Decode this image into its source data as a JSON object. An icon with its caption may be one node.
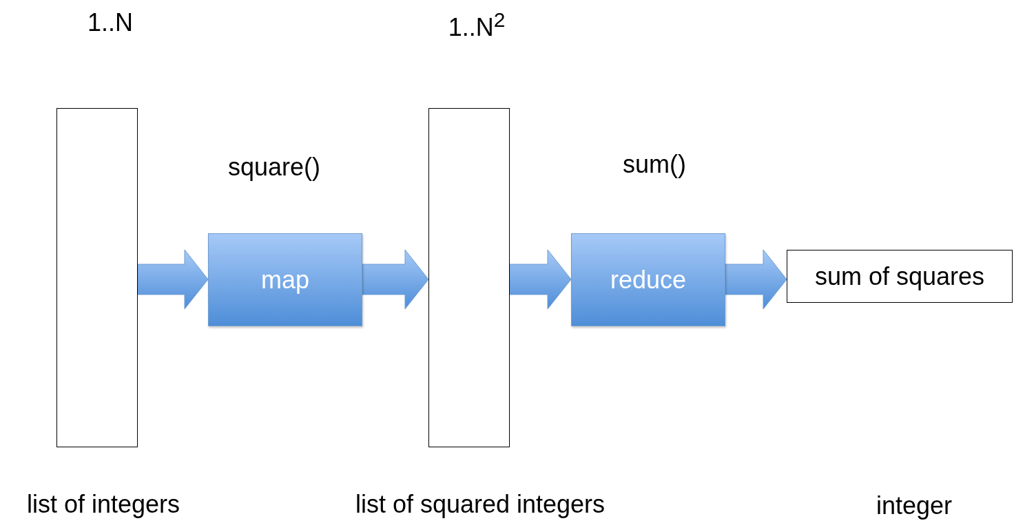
{
  "diagram": {
    "nodes": [
      {
        "text": [],
        "shape": "box",
        "beside": [
          "1..N",
          "list of integers"
        ]
      },
      {
        "text": [
          "map"
        ],
        "beside": [
          "square()"
        ]
      },
      {
        "text": [],
        "shape": "box",
        "beside": [
          "1..N$^{2}$",
          "list of squared integers"
        ]
      },
      {
        "text": [
          "reduce"
        ],
        "beside": [
          "sum()"
        ]
      },
      {
        "text": [
          "sum of squares"
        ]
      }
    ],
    "labels": [
      "integer"
    ],
    "edges": [
      {
        "from": 0,
        "to": 1,
        "arrow": "to"
      },
      {
        "from": 1,
        "to": 2,
        "arrow": "to"
      },
      {
        "from": 2,
        "to": 3,
        "arrow": "to"
      },
      {
        "from": 3,
        "to": 4,
        "arrow": "to"
      }
    ]
  }
}
